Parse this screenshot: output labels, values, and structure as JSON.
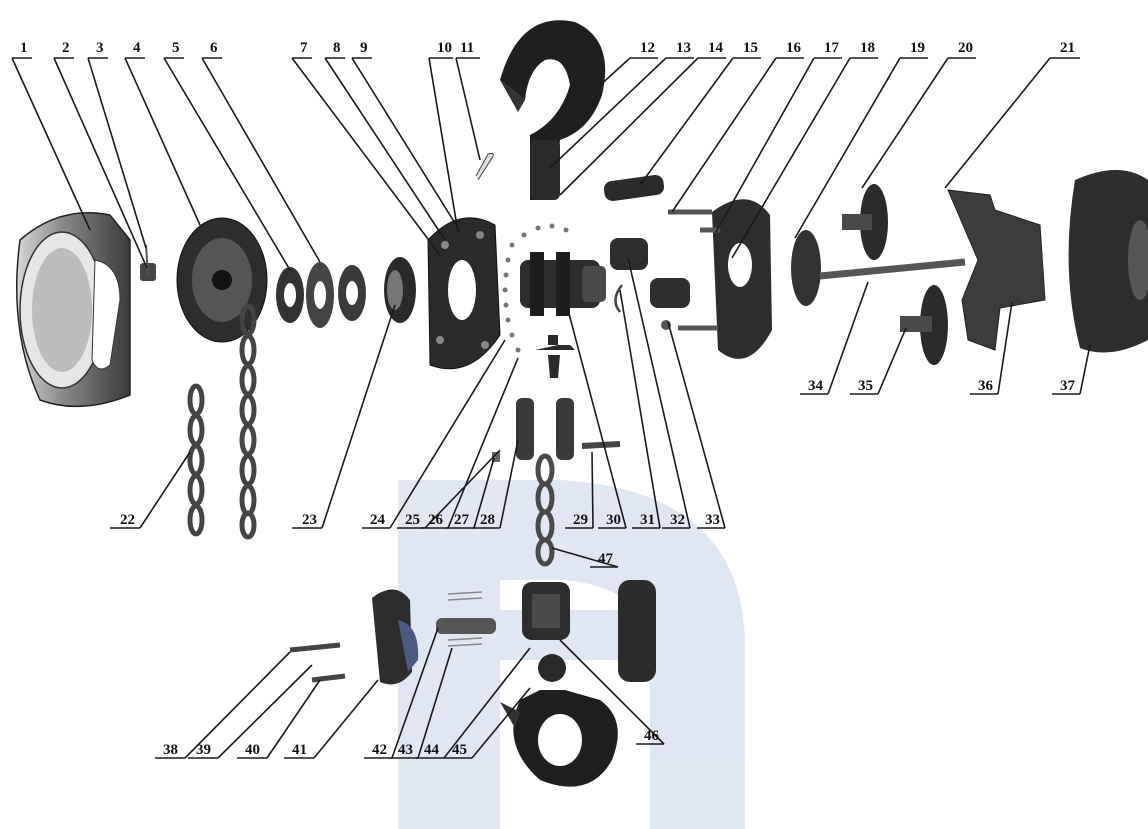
{
  "diagram": {
    "labels": [
      "1",
      "2",
      "3",
      "4",
      "5",
      "6",
      "7",
      "8",
      "9",
      "10",
      "11",
      "12",
      "13",
      "14",
      "15",
      "16",
      "17",
      "18",
      "19",
      "20",
      "21",
      "22",
      "23",
      "24",
      "25",
      "26",
      "27",
      "28",
      "29",
      "30",
      "31",
      "32",
      "33",
      "34",
      "35",
      "36",
      "37",
      "38",
      "39",
      "40",
      "41",
      "42",
      "43",
      "44",
      "45",
      "46",
      "47"
    ]
  },
  "colors": {
    "part_dark": "#2a2a2a",
    "part_mid": "#5a5a5a",
    "part_light": "#8a8a8a",
    "watermark": "#c9d5e8"
  }
}
